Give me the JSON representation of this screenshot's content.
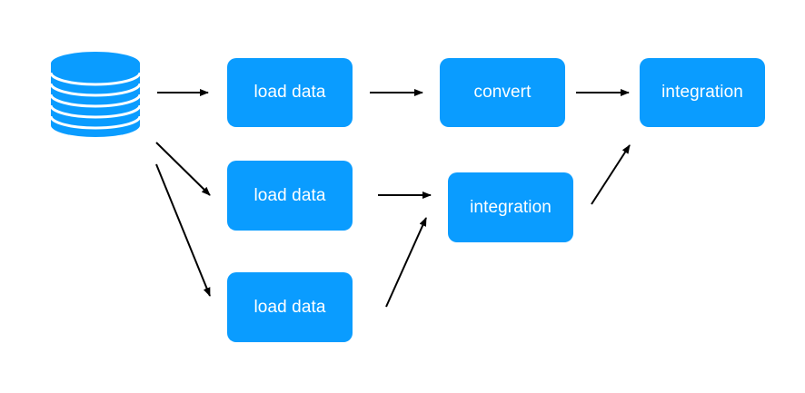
{
  "colors": {
    "node_fill": "#0a9cff",
    "node_text": "#ffffff",
    "arrow": "#000000",
    "database_fill": "#0a9cff",
    "database_lines": "#ffffff"
  },
  "source": {
    "icon": "database-icon"
  },
  "nodes": {
    "load_1": "load data",
    "load_2": "load data",
    "load_3": "load data",
    "convert": "convert",
    "integration_mid": "integration",
    "integration_final": "integration"
  },
  "edges": [
    {
      "from": "database",
      "to": "load_1"
    },
    {
      "from": "database",
      "to": "load_2"
    },
    {
      "from": "database",
      "to": "load_3"
    },
    {
      "from": "load_1",
      "to": "convert"
    },
    {
      "from": "convert",
      "to": "integration_final"
    },
    {
      "from": "load_2",
      "to": "integration_mid"
    },
    {
      "from": "load_3",
      "to": "integration_mid"
    },
    {
      "from": "integration_mid",
      "to": "integration_final"
    }
  ]
}
